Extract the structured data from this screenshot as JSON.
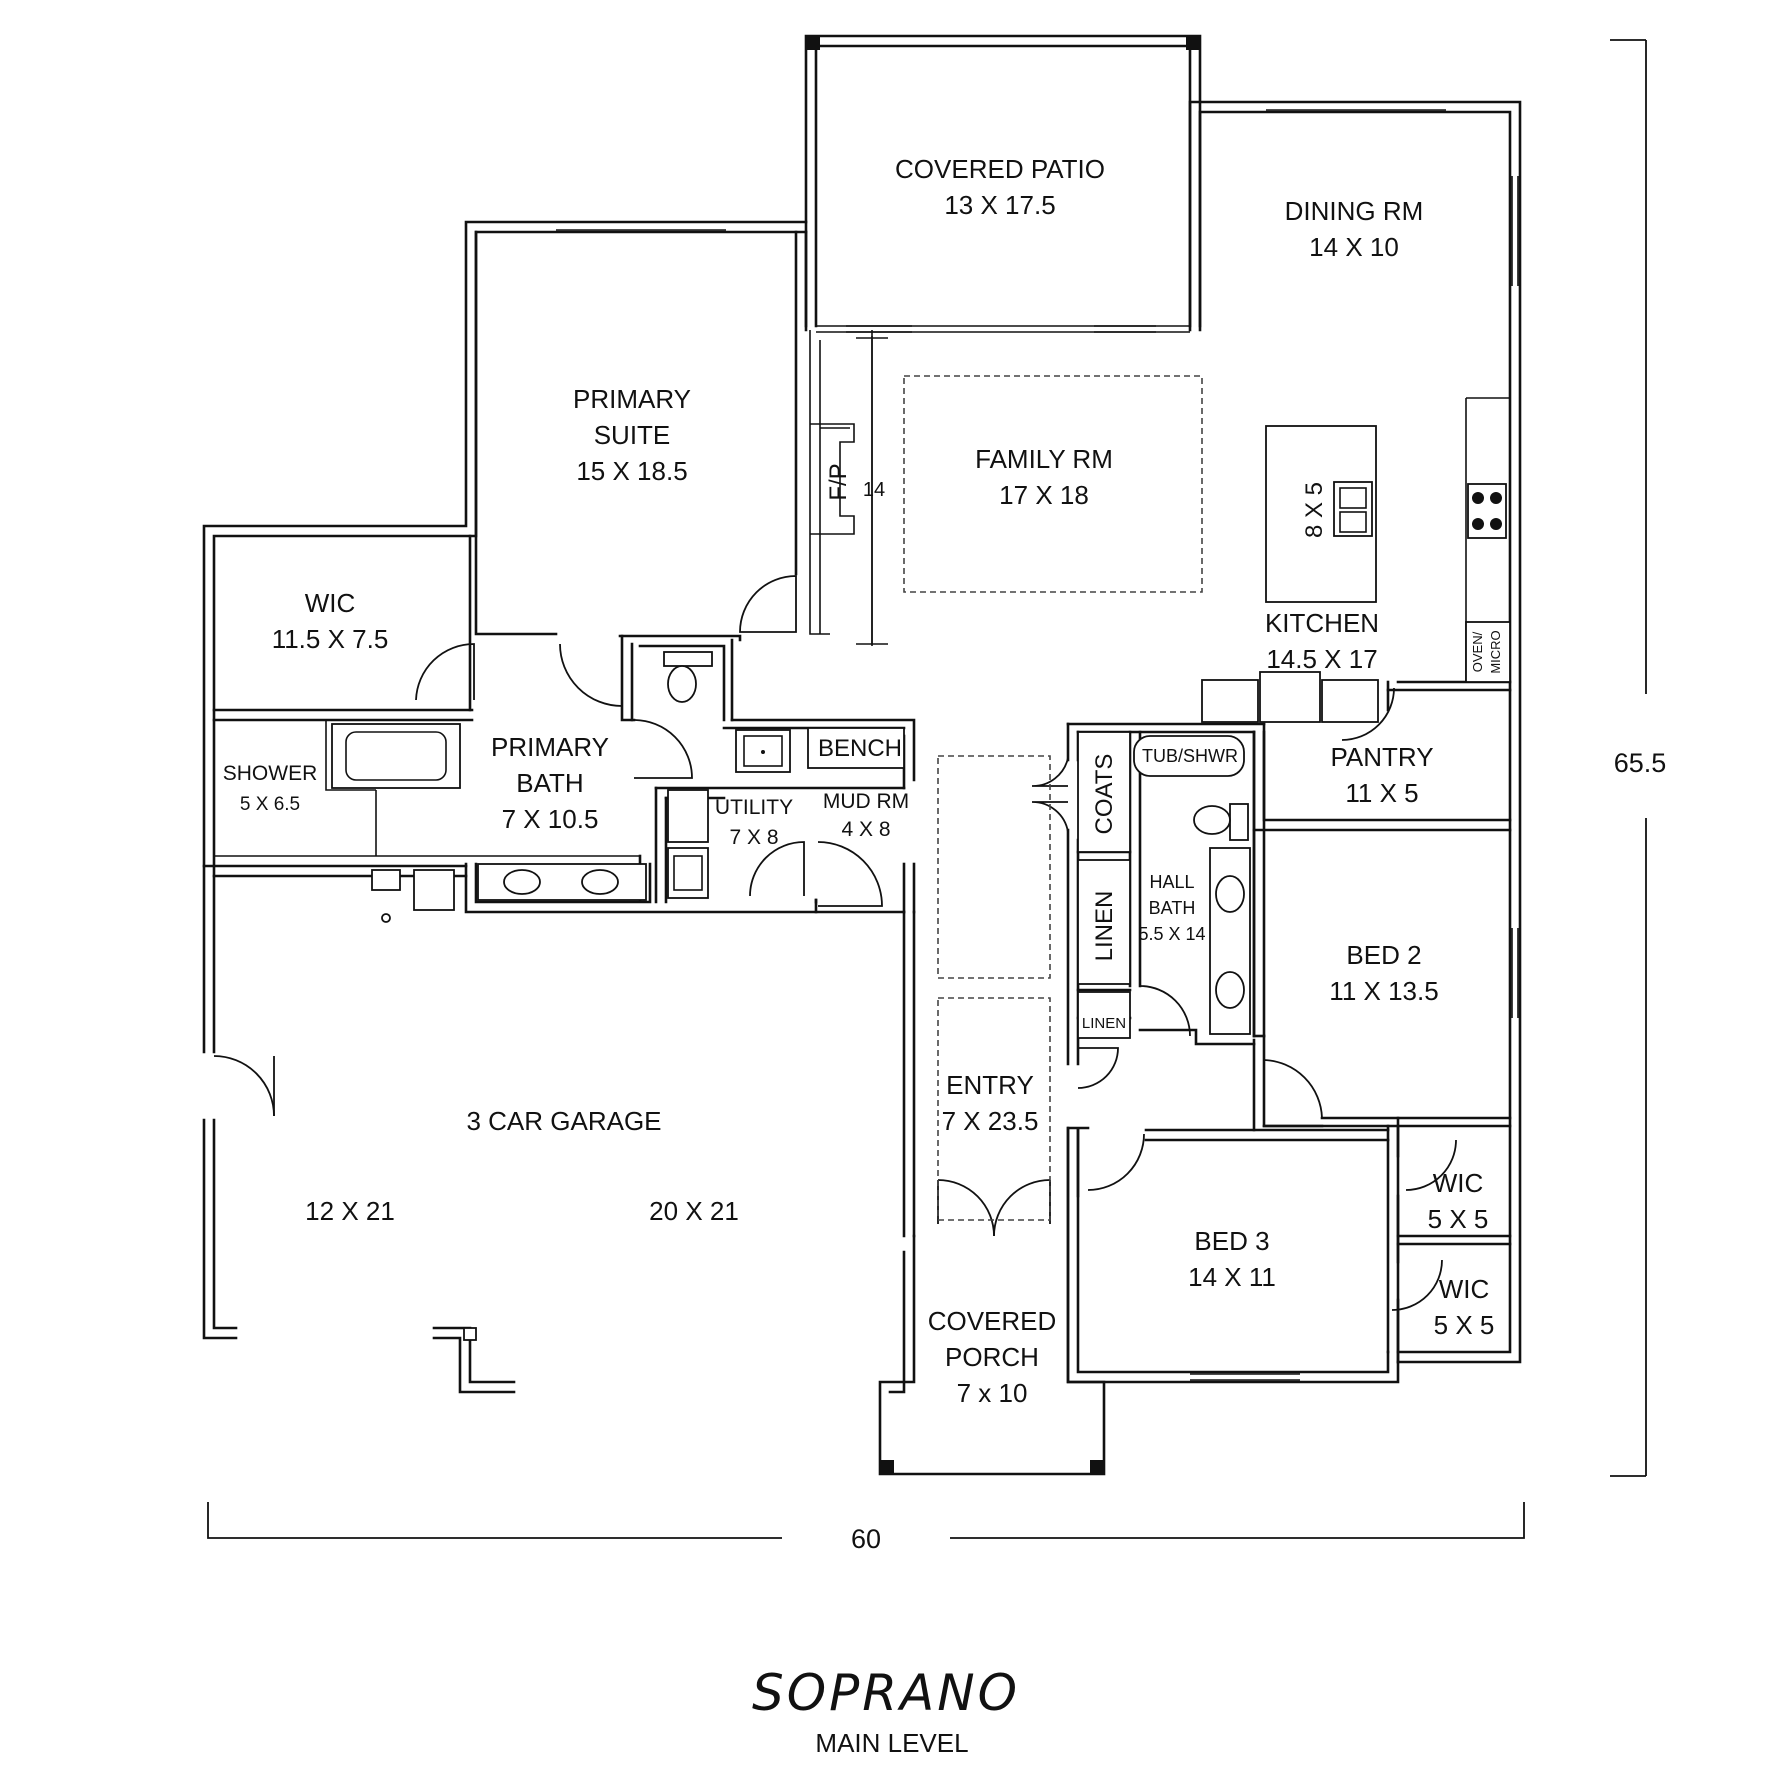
{
  "title": "SOPRANO",
  "subtitle": "MAIN LEVEL",
  "dimensions": {
    "width": "60",
    "depth": "65.5"
  },
  "rooms": {
    "covered_patio": {
      "name": "COVERED PATIO",
      "size": "13 X 17.5"
    },
    "dining": {
      "name": "DINING RM",
      "size": "14 X 10"
    },
    "primary_suite": {
      "name1": "PRIMARY",
      "name2": "SUITE",
      "size": "15 X 18.5"
    },
    "family": {
      "name": "FAMILY RM",
      "size": "17 X 18"
    },
    "fireplace": {
      "name": "F/P",
      "dim": "14"
    },
    "island": {
      "size": "8 X 5"
    },
    "kitchen": {
      "name": "KITCHEN",
      "size": "14.5 X 17"
    },
    "oven": {
      "line1": "OVEN/",
      "line2": "MICRO"
    },
    "wic_primary": {
      "name": "WIC",
      "size": "11.5 X 7.5"
    },
    "shower": {
      "name": "SHOWER",
      "size": "5 X 6.5"
    },
    "primary_bath": {
      "name1": "PRIMARY",
      "name2": "BATH",
      "size": "7 X 10.5"
    },
    "bench": {
      "name": "BENCH"
    },
    "utility": {
      "name": "UTILITY",
      "size": "7 X 8"
    },
    "mud_rm": {
      "name": "MUD RM",
      "size": "4 X 8"
    },
    "coats": {
      "name": "COATS"
    },
    "tub_shwr": {
      "name": "TUB/SHWR"
    },
    "pantry": {
      "name": "PANTRY",
      "size": "11 X 5"
    },
    "hall_bath": {
      "name1": "HALL",
      "name2": "BATH",
      "size": "5.5 X 14"
    },
    "linen_large": {
      "name": "LINEN"
    },
    "linen_small": {
      "name": "LINEN"
    },
    "bed2": {
      "name": "BED 2",
      "size": "11 X 13.5"
    },
    "entry": {
      "name": "ENTRY",
      "size": "7 X 23.5"
    },
    "garage": {
      "name": "3 CAR GARAGE",
      "size_left": "12 X 21",
      "size_right": "20 X 21"
    },
    "bed3": {
      "name": "BED 3",
      "size": "14 X 11"
    },
    "wic_a": {
      "name": "WIC",
      "size": "5 X 5"
    },
    "wic_b": {
      "name": "WIC",
      "size": "5 X 5"
    },
    "porch": {
      "name1": "COVERED",
      "name2": "PORCH",
      "size": "7 x 10"
    }
  }
}
